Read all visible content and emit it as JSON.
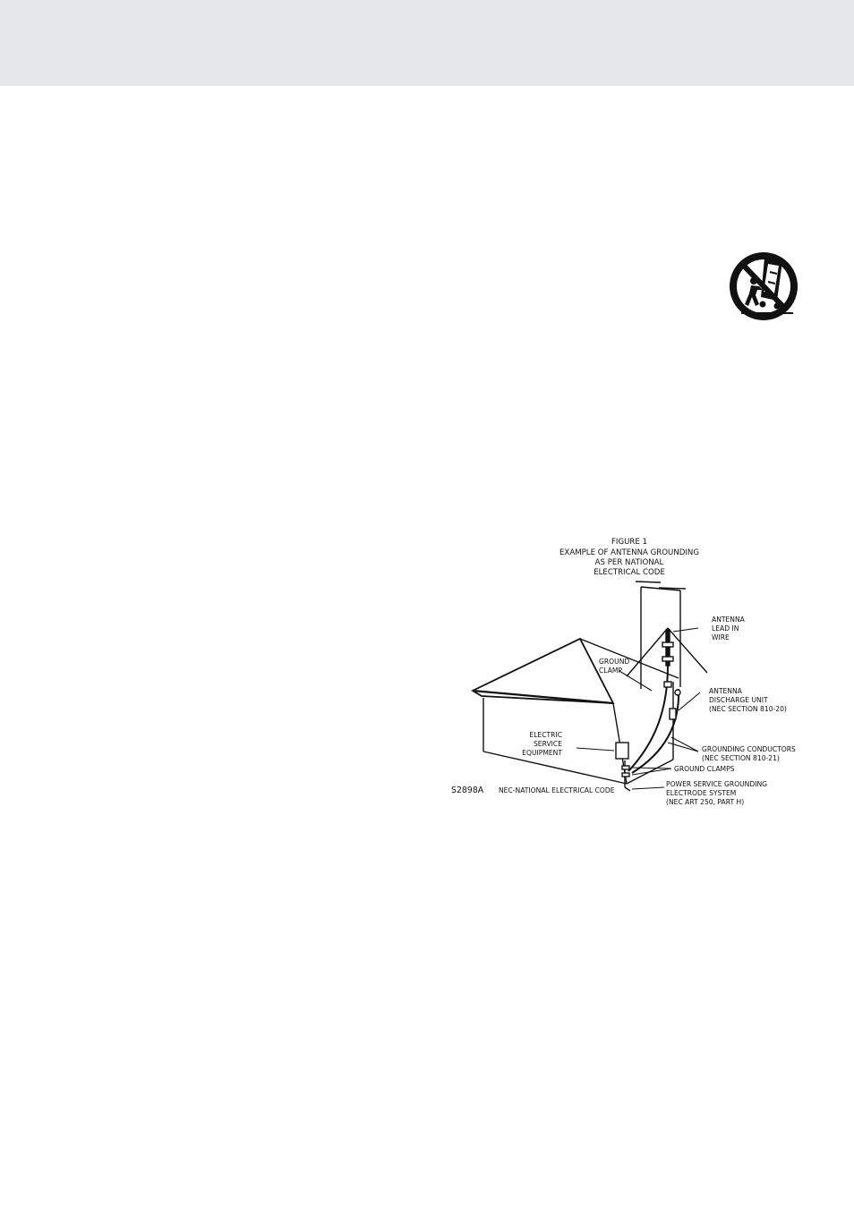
{
  "header": {
    "band_color": "#e6e7e9"
  },
  "icons": {
    "cart_warning": "cart-tip-over-warning-icon"
  },
  "figure": {
    "title": [
      "FIGURE 1",
      "EXAMPLE OF ANTENNA GROUNDING",
      "AS PER NATIONAL",
      "ELECTRICAL CODE"
    ],
    "labels": {
      "antenna_lead_in_wire": [
        "ANTENNA",
        "LEAD IN",
        "WIRE"
      ],
      "ground_clamp": [
        "GROUND",
        "CLAMP"
      ],
      "antenna_discharge_unit": [
        "ANTENNA",
        "DISCHARGE UNIT",
        "(NEC SECTION 810-20)"
      ],
      "electric_service_equipment": [
        "ELECTRIC",
        "SERVICE",
        "EQUIPMENT"
      ],
      "grounding_conductors": [
        "GROUNDING CONDUCTORS",
        "(NEC SECTION 810-21)"
      ],
      "ground_clamps": "GROUND CLAMPS",
      "power_service_grounding": [
        "POWER SERVICE GROUNDING",
        "ELECTRODE SYSTEM",
        "(NEC ART 250, PART H)"
      ]
    },
    "code_id": "S2898A",
    "code_note": "NEC-NATIONAL ELECTRICAL CODE"
  }
}
